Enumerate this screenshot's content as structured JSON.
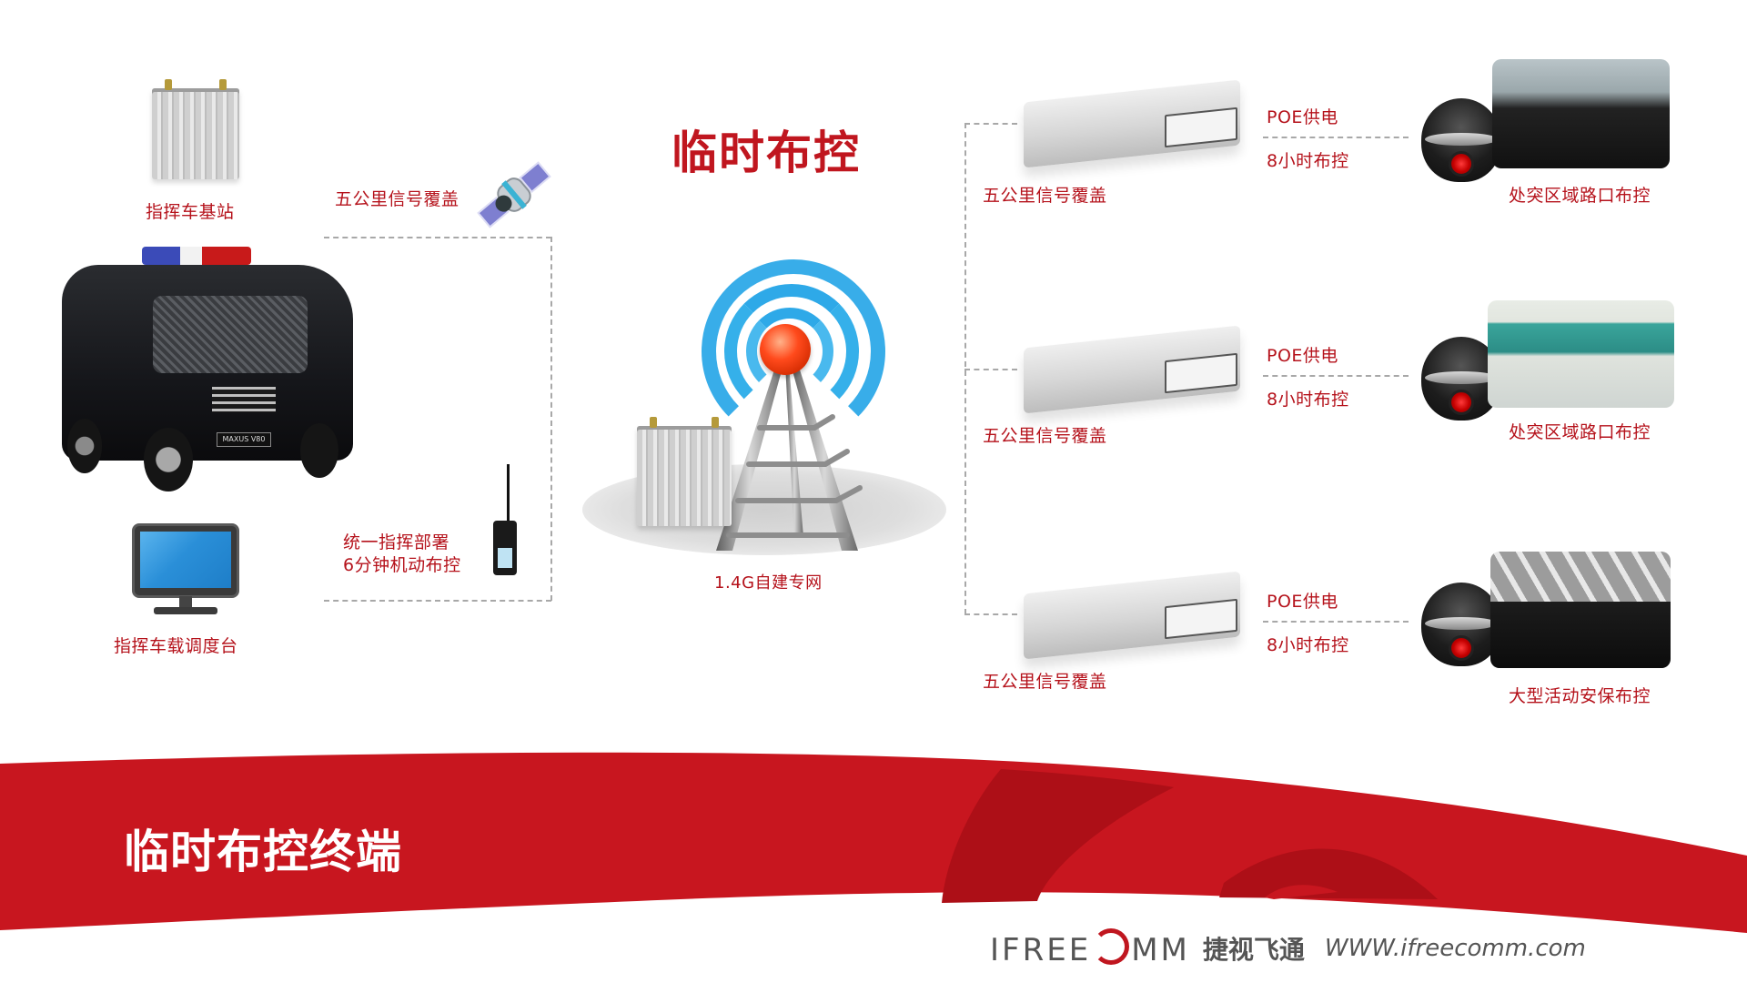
{
  "title": "临时布控",
  "left_section": {
    "base_station_label": "指挥车基站",
    "signal_label": "五公里信号覆盖",
    "vehicle_plate": "MAXUS V80",
    "dispatch_label": "指挥车载调度台",
    "deploy_line1": "统一指挥部署",
    "deploy_line2": "6分钟机动布控"
  },
  "center_section": {
    "network_label": "1.4G自建专网"
  },
  "right_rows": [
    {
      "switch_label": "五公里信号覆盖",
      "power_label": "POE供电",
      "duration_label": "8小时布控",
      "scenario_label": "处突区域路口布控",
      "photo": "police-officers-with-patrol-car"
    },
    {
      "switch_label": "五公里信号覆盖",
      "power_label": "POE供电",
      "duration_label": "8小时布控",
      "scenario_label": "处突区域路口布控",
      "photo": "command-center-video-wall"
    },
    {
      "switch_label": "五公里信号覆盖",
      "power_label": "POE供电",
      "duration_label": "8小时布控",
      "scenario_label": "大型活动安保布控",
      "photo": "armed-police-at-stadium"
    }
  ],
  "banner": {
    "title": "临时布控终端"
  },
  "footer": {
    "logo_prefix": "IFREE",
    "logo_suffix": "MM",
    "brand_cn": "捷视飞通",
    "url": "WWW.ifreecomm.com"
  },
  "colors": {
    "accent_red": "#c8161f",
    "dark_red": "#ad0f17",
    "label_red": "#b5121b",
    "signal_blue": "#2ea9e8",
    "footer_gray": "#555555"
  }
}
